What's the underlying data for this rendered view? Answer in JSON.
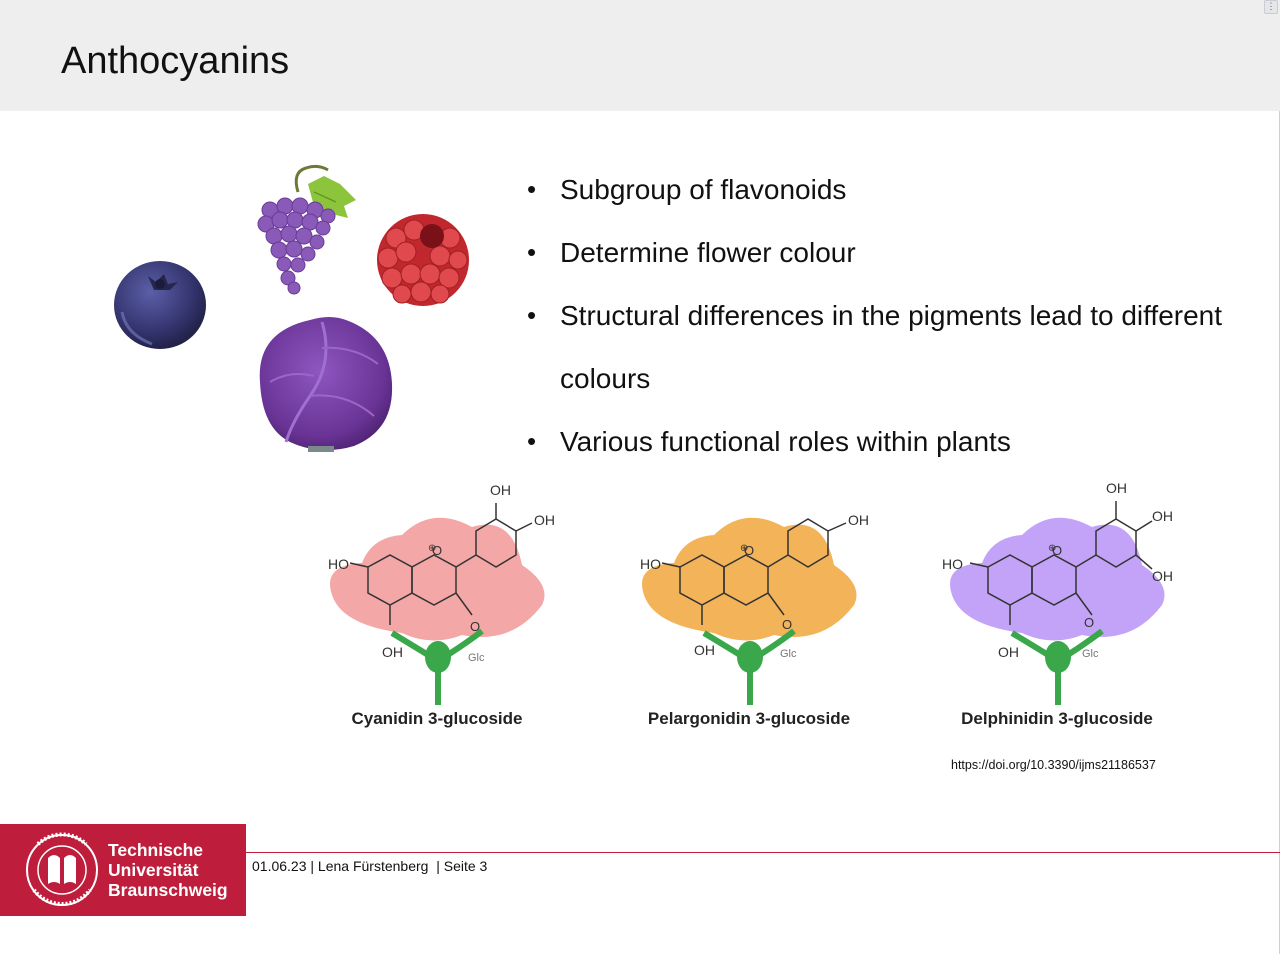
{
  "slide": {
    "title": "Anthocyanins",
    "bullets": [
      "Subgroup of flavonoids",
      "Determine flower colour",
      "Structural differences in the pigments lead to different colours",
      "Various functional roles within plants"
    ]
  },
  "figure": {
    "molecules": [
      {
        "name": "Cyanidin 3-glucoside",
        "flower_color": "#f08a8a",
        "substituents": [
          "OH",
          "OH",
          "HO",
          "OH",
          "O",
          "Glc"
        ]
      },
      {
        "name": "Pelargonidin 3-glucoside",
        "flower_color": "#f0a030",
        "substituents": [
          "OH",
          "HO",
          "OH",
          "O",
          "Glc"
        ]
      },
      {
        "name": "Delphinidin 3-glucoside",
        "flower_color": "#b48cf5",
        "substituents": [
          "OH",
          "OH",
          "OH",
          "HO",
          "OH",
          "O",
          "Glc"
        ]
      }
    ],
    "source": "https://doi.org/10.3390/ijms21186537"
  },
  "footer": {
    "text": "01.06.23 | Lena Fürstenberg  | Seite 3",
    "logo_lines": [
      "Technische",
      "Universität",
      "Braunschweig"
    ],
    "brand_color": "#be1e3c"
  }
}
